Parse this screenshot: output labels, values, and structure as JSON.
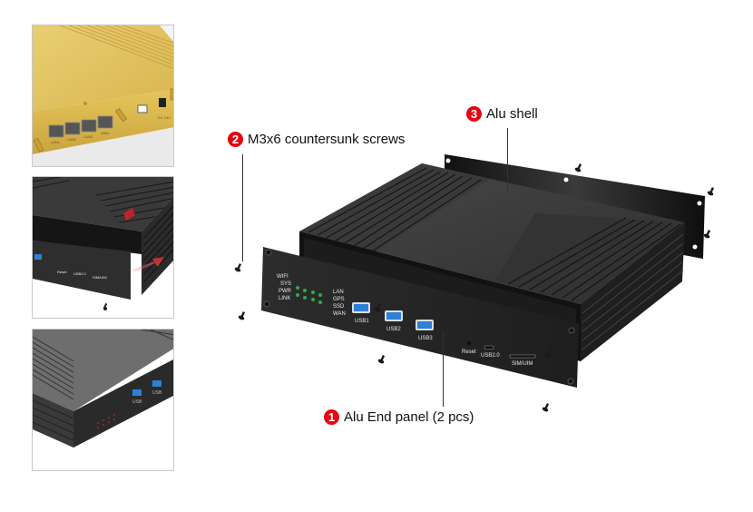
{
  "callouts": [
    {
      "number": "1",
      "label": "Alu End panel (2 pcs)"
    },
    {
      "number": "2",
      "label": "M3x6 countersunk screws"
    },
    {
      "number": "3",
      "label": "Alu shell"
    }
  ],
  "front_panel": {
    "led_left": [
      "WIFI",
      "SYS",
      "PWR",
      "LINK"
    ],
    "led_right": [
      "LAN",
      "GPS",
      "SSD",
      "WAN"
    ],
    "usb_ports": [
      "USB1",
      "USB2",
      "USB3"
    ],
    "reset_label": "Reset",
    "usbc_label": "USB2.0",
    "sim_label": "SIM/UIM"
  },
  "thumbnails": [
    {
      "name": "gold-rear-panel",
      "ports": [
        "LAN1",
        "LAN2",
        "LAN3",
        "WAN"
      ],
      "power_label": "DC 24V"
    },
    {
      "name": "panel-insertion",
      "labels": [
        "Reset",
        "USB2.0",
        "SIM/UIM"
      ]
    },
    {
      "name": "assembled-enclosure",
      "labels": [
        "USB",
        "USB"
      ]
    }
  ],
  "colors": {
    "badge": "#e30613",
    "usb_blue": "#2f7fd6",
    "led_green": "#2fa84f",
    "gold": "#e2c25a",
    "alu_dark": "#2a2a2a"
  }
}
